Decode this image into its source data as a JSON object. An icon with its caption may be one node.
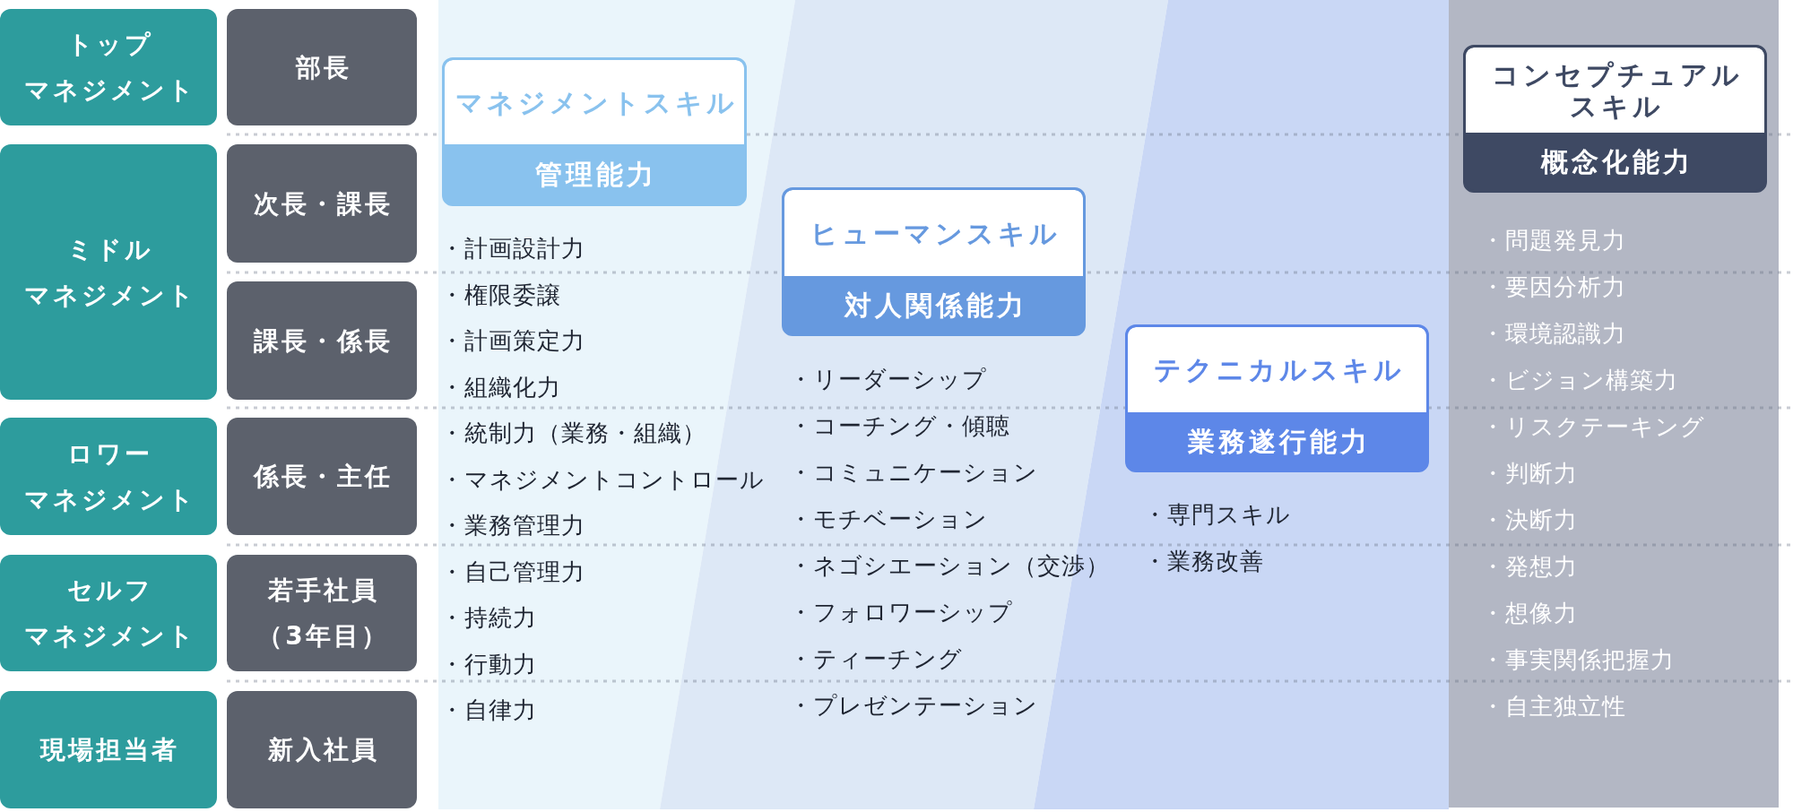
{
  "diagram": {
    "nodes": [
      {
        "text": [
          "トップマネジメント"
        ]
      },
      {
        "text": [
          "部長"
        ]
      },
      {
        "text": [
          "ミドルマネジメント"
        ]
      },
      {
        "text": [
          "次長・課長"
        ]
      },
      {
        "text": [
          "課長・係長"
        ]
      },
      {
        "text": [
          "ロワーマネジメント"
        ]
      },
      {
        "text": [
          "係長・主任"
        ]
      },
      {
        "text": [
          "セルフマネジメント"
        ]
      },
      {
        "text": [
          "若手社員（3年目）"
        ]
      },
      {
        "text": [
          "現場担当者"
        ]
      },
      {
        "text": [
          "新入社員"
        ]
      },
      {
        "text": [
          "・計画設計力",
          "・権限委譲",
          "・計画策定力",
          "・組織化力",
          "・統制力（業務・組織）",
          "・マネジメントコントロール",
          "・業務管理力",
          "・自己管理力",
          "・持続力",
          "・行動力",
          "・自律力"
        ]
      },
      {
        "text": [
          "マネジメントスキル",
          "管理能力"
        ],
        "in": 11
      },
      {
        "text": [
          "・リーダーシップ",
          "・コーチング・傾聴",
          "・コミュニケーション",
          "・モチベーション",
          "・ネゴシエーション（交渉）",
          "・フォロワーシップ",
          "・ティーチング",
          "・プレゼンテーション"
        ]
      },
      {
        "text": [
          "ヒューマンスキル",
          "対人関係能力"
        ],
        "in": 13
      },
      {
        "text": [
          "・専門スキル",
          "・業務改善"
        ]
      },
      {
        "text": [
          "テクニカルスキル",
          "業務遂行能力"
        ],
        "in": 15
      },
      {
        "text": [
          "・問題発見力",
          "・要因分析力",
          "・環境認識力",
          "・ビジョン構築力",
          "・リスクテーキング",
          "・判断力",
          "・決断力",
          "・発想力",
          "・想像力",
          "・事実関係把握力",
          "・自主独立性"
        ]
      },
      {
        "text": [
          "コンセプチュアルスキル",
          "概念化能力"
        ],
        "in": 17
      }
    ]
  }
}
